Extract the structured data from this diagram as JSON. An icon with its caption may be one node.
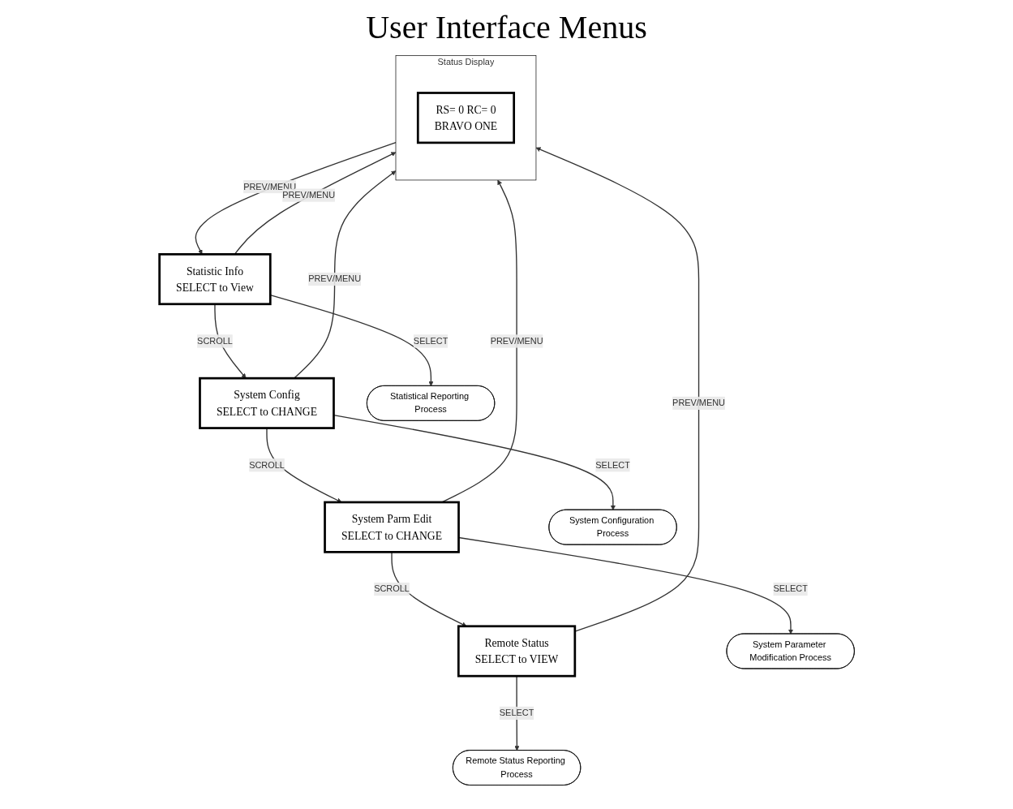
{
  "diagram": {
    "title": "User Interface Menus",
    "nodes": [
      {
        "text": [
          "Status Display"
        ]
      },
      {
        "text": [
          "RS= 0 RC= 0",
          "BRAVO ONE"
        ],
        "in": 0
      },
      {
        "text": [
          "Statistic Info",
          "SELECT to View"
        ]
      },
      {
        "text": [
          "System Config",
          "SELECT to CHANGE"
        ]
      },
      {
        "text": [
          "System Parm Edit",
          "SELECT to CHANGE"
        ]
      },
      {
        "text": [
          "Remote Status",
          "SELECT to VIEW"
        ]
      },
      {
        "text": [
          "Statistical Reporting Process"
        ]
      },
      {
        "text": [
          "System Configuration Process"
        ]
      },
      {
        "text": [
          "System Parameter Modification Process"
        ]
      },
      {
        "text": [
          "Remote Status Reporting Process"
        ]
      }
    ],
    "edges": [
      {
        "from": 0,
        "to": 2,
        "arrow": "to",
        "label": "PREV/MENU"
      },
      {
        "from": 2,
        "to": 0,
        "arrow": "to",
        "label": "PREV/MENU"
      },
      {
        "from": 2,
        "to": 6,
        "arrow": "to",
        "label": "SELECT"
      },
      {
        "from": 2,
        "to": 3,
        "arrow": "to",
        "label": "SCROLL"
      },
      {
        "from": 3,
        "to": 0,
        "arrow": "to",
        "label": "PREV/MENU"
      },
      {
        "from": 3,
        "to": 7,
        "arrow": "to",
        "label": "SELECT"
      },
      {
        "from": 3,
        "to": 4,
        "arrow": "to",
        "label": "SCROLL"
      },
      {
        "from": 4,
        "to": 0,
        "arrow": "to",
        "label": "PREV/MENU"
      },
      {
        "from": 4,
        "to": 8,
        "arrow": "to",
        "label": "SELECT"
      },
      {
        "from": 4,
        "to": 5,
        "arrow": "to",
        "label": "SCROLL"
      },
      {
        "from": 5,
        "to": 0,
        "arrow": "to",
        "label": "PREV/MENU"
      },
      {
        "from": 5,
        "to": 9,
        "arrow": "to",
        "label": "SELECT"
      }
    ]
  }
}
